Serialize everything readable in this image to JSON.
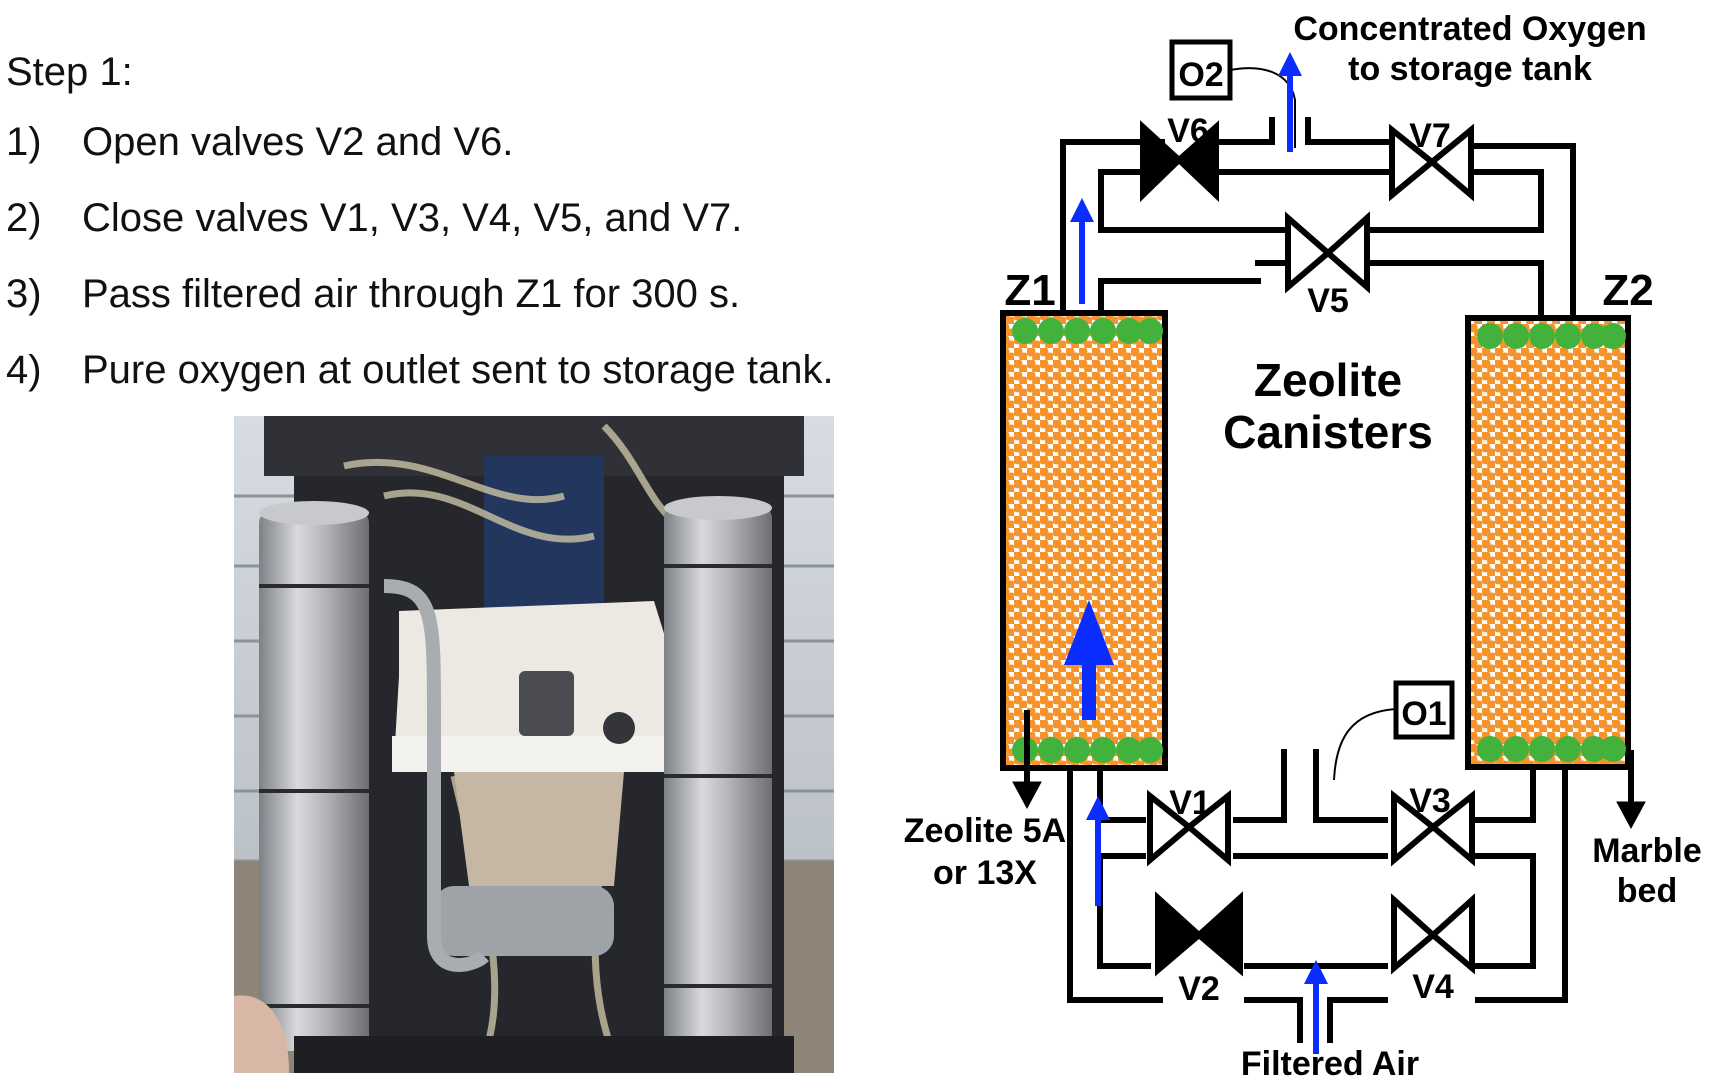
{
  "instructions": {
    "title": "Step 1:",
    "items": [
      {
        "num": "1)",
        "text": "Open valves V2 and V6."
      },
      {
        "num": "2)",
        "text": "Close valves V1, V3, V4, V5, and V7."
      },
      {
        "num": "3)",
        "text": "Pass filtered air through Z1 for 300 s."
      },
      {
        "num": "4)",
        "text": "Pure oxygen at outlet sent to storage tank."
      }
    ]
  },
  "photo": {
    "description": "Photograph of an oxygen concentrator interior showing two aluminum zeolite canisters, tubing, and a compressor"
  },
  "diagram": {
    "title_line1": "Zeolite",
    "title_line2": "Canisters",
    "canisters": [
      {
        "label": "Z1",
        "active": true
      },
      {
        "label": "Z2",
        "active": false
      }
    ],
    "valves": [
      {
        "label": "V1",
        "state": "closed"
      },
      {
        "label": "V2",
        "state": "open"
      },
      {
        "label": "V3",
        "state": "closed"
      },
      {
        "label": "V4",
        "state": "closed"
      },
      {
        "label": "V5",
        "state": "closed"
      },
      {
        "label": "V6",
        "state": "open"
      },
      {
        "label": "V7",
        "state": "closed"
      }
    ],
    "sensors": [
      {
        "label": "O2"
      },
      {
        "label": "O1"
      }
    ],
    "outlet_label_line1": "Concentrated Oxygen",
    "outlet_label_line2": "to storage tank",
    "inlet_label": "Filtered Air",
    "zeolite_label_line1": "Zeolite 5A",
    "zeolite_label_line2": "or 13X",
    "marble_label_line1": "Marble",
    "marble_label_line2": "bed",
    "colors": {
      "zeolite": "#f7932b",
      "marble": "#43b23c",
      "flow_arrow": "#0a2cff",
      "line": "#000000"
    }
  }
}
